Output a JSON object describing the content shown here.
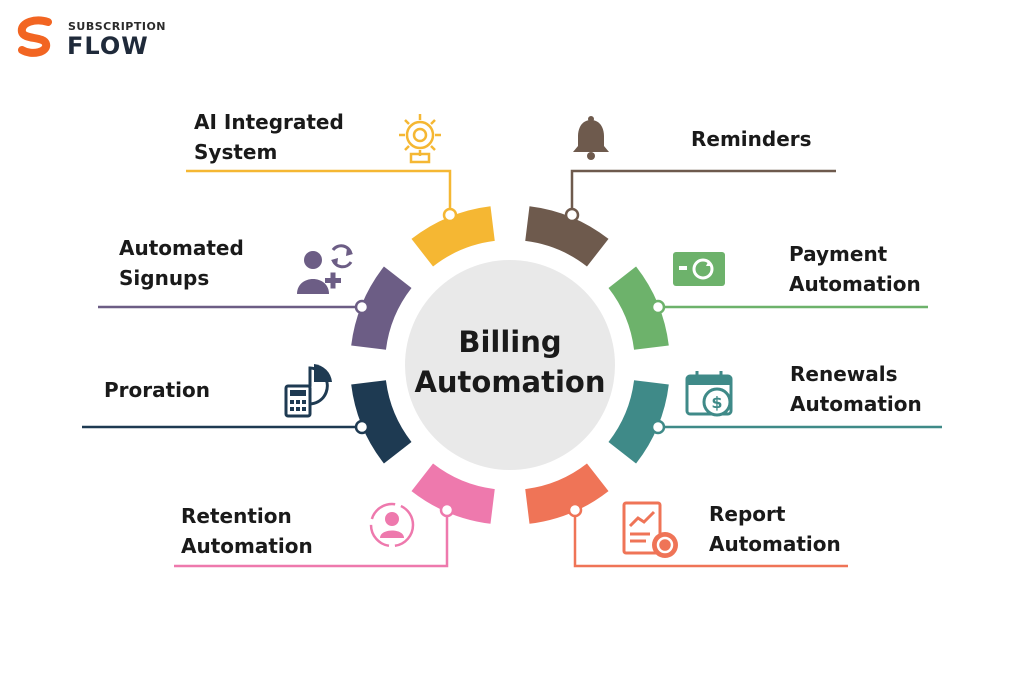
{
  "logo": {
    "line1": "SUBSCRIPTION",
    "line2": "FLOW"
  },
  "center": {
    "line1": "Billing",
    "line2": "Automation"
  },
  "colors": {
    "ai": "#f5b733",
    "reminders": "#6e5a4d",
    "payment": "#6db26b",
    "renewals": "#3f8a88",
    "report": "#ef7457",
    "retention": "#ee79ad",
    "proration": "#1e3a52",
    "signups": "#6c5d85",
    "logo_orange": "#f26522",
    "hub": "#e9e9e9"
  },
  "features": [
    {
      "id": "ai",
      "line1": "AI Integrated",
      "line2": "System",
      "icon": "ai-gear-icon"
    },
    {
      "id": "reminders",
      "line1": "Reminders",
      "line2": "",
      "icon": "bell-icon"
    },
    {
      "id": "payment",
      "line1": "Payment",
      "line2": "Automation",
      "icon": "payment-card-icon"
    },
    {
      "id": "renewals",
      "line1": "Renewals",
      "line2": "Automation",
      "icon": "calendar-dollar-icon"
    },
    {
      "id": "report",
      "line1": "Report",
      "line2": "Automation",
      "icon": "report-chart-icon"
    },
    {
      "id": "retention",
      "line1": "Retention",
      "line2": "Automation",
      "icon": "retention-user-icon"
    },
    {
      "id": "proration",
      "line1": "Proration",
      "line2": "",
      "icon": "calculator-pie-icon"
    },
    {
      "id": "signups",
      "line1": "Automated",
      "line2": "Signups",
      "icon": "user-add-icon"
    }
  ]
}
